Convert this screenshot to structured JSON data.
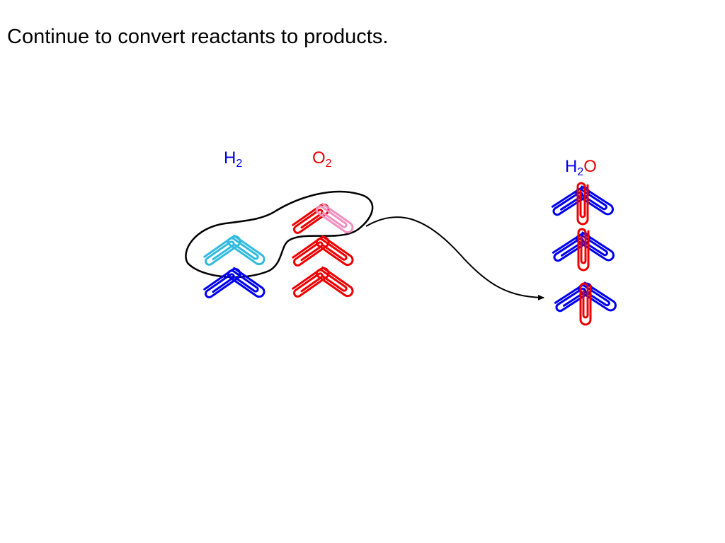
{
  "slide": {
    "title": "Continue to convert reactants to products."
  },
  "labels": {
    "h2": {
      "main": "H",
      "sub": "2"
    },
    "o2": {
      "main": "O",
      "sub": "2"
    },
    "h2o": {
      "h": "H",
      "sub": "2",
      "o": "O"
    }
  },
  "colors": {
    "hydrogen": "#0000ee",
    "oxygen": "#ee0000",
    "hydrogen_highlight": "#33bbdd",
    "oxygen_highlight": "#f090c0",
    "outline": "#000000"
  }
}
